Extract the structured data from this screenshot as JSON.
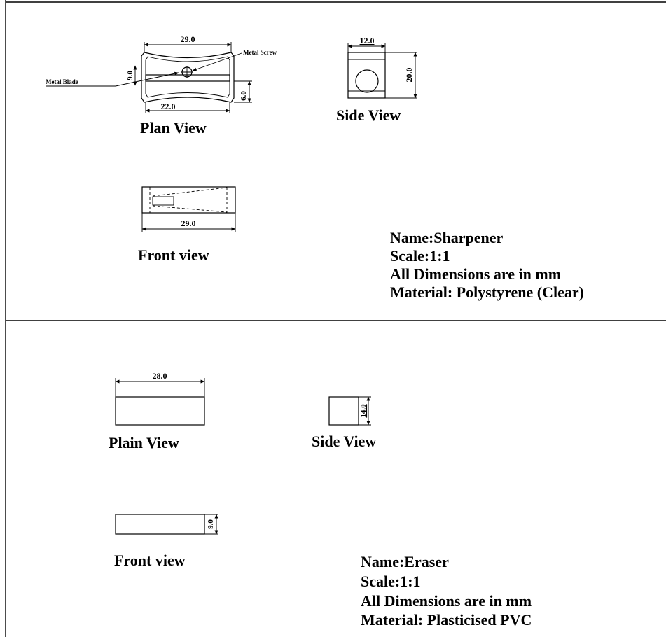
{
  "sharpener": {
    "plan_view": {
      "label": "Plan View",
      "dims": {
        "top_width": "29.0",
        "bottom_width": "22.0",
        "blade_height": "9.0",
        "right_height": "6.0"
      },
      "callouts": {
        "screw": "Metal Screw",
        "blade": "Metal Blade"
      }
    },
    "side_view": {
      "label": "Side View",
      "dims": {
        "width": "12.0",
        "height": "20.0"
      }
    },
    "front_view": {
      "label": "Front view",
      "dims": {
        "width": "29.0"
      }
    },
    "info": {
      "name": "Name:Sharpener",
      "scale": "Scale:1:1",
      "units": "All Dimensions are in mm",
      "material": "Material: Polystyrene (Clear)"
    }
  },
  "eraser": {
    "plain_view": {
      "label": "Plain View",
      "dims": {
        "width": "28.0"
      }
    },
    "side_view": {
      "label": "Side View",
      "dims": {
        "height": "14.0"
      }
    },
    "front_view": {
      "label": "Front view",
      "dims": {
        "height": "9.0"
      }
    },
    "info": {
      "name": "Name:Eraser",
      "scale": "Scale:1:1",
      "units": "All Dimensions are in mm",
      "material": "Material: Plasticised PVC"
    }
  }
}
